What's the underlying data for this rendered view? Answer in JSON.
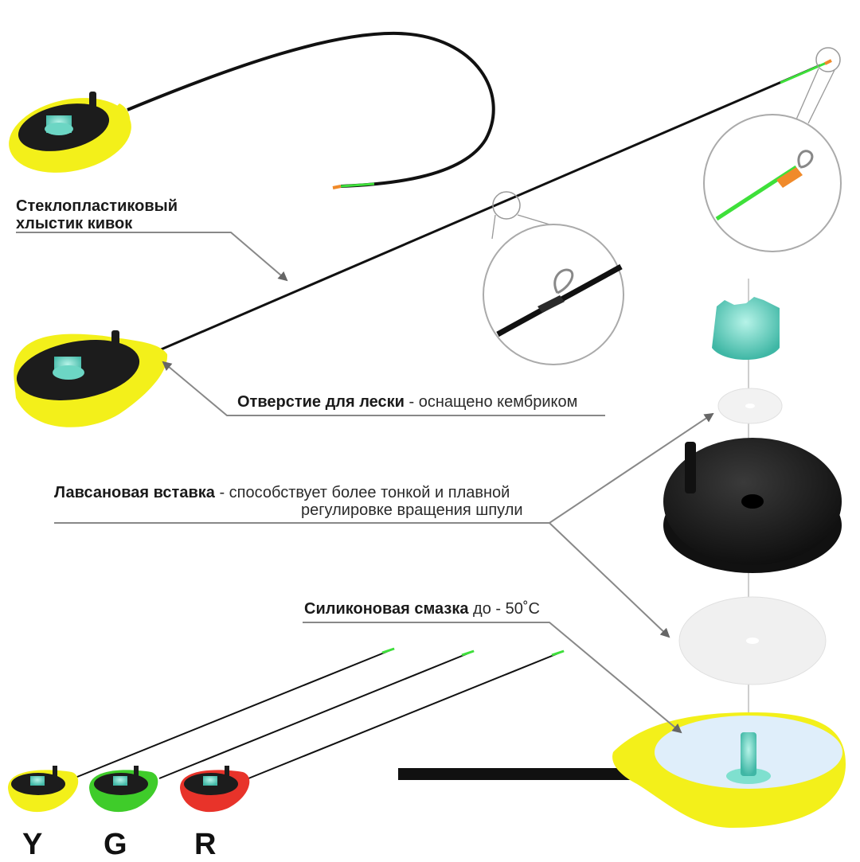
{
  "labels": {
    "tip": {
      "line1": "Стеклопластиковый",
      "line2": "хлыстик кивок"
    },
    "hole": {
      "bold": "Отверстие для лески",
      "rest": " - оснащено кембриком"
    },
    "insert": {
      "bold": "Лавсановая вставка",
      "rest": " - способствует более тонкой и плавной",
      "line2": "регулировке вращения шпули"
    },
    "grease": {
      "bold": "Силиконовая смазка",
      "rest": " до - 50˚С"
    }
  },
  "variants": [
    "Y",
    "G",
    "R"
  ],
  "colors": {
    "yellow": "#f3f01a",
    "green": "#3fcc2a",
    "red": "#e8332a",
    "black": "#1c1c1c",
    "teal": "#7fe0cf",
    "tip_green": "#3ee03a",
    "tip_orange": "#f08a2a",
    "callout_gray": "#8a8a8a"
  }
}
